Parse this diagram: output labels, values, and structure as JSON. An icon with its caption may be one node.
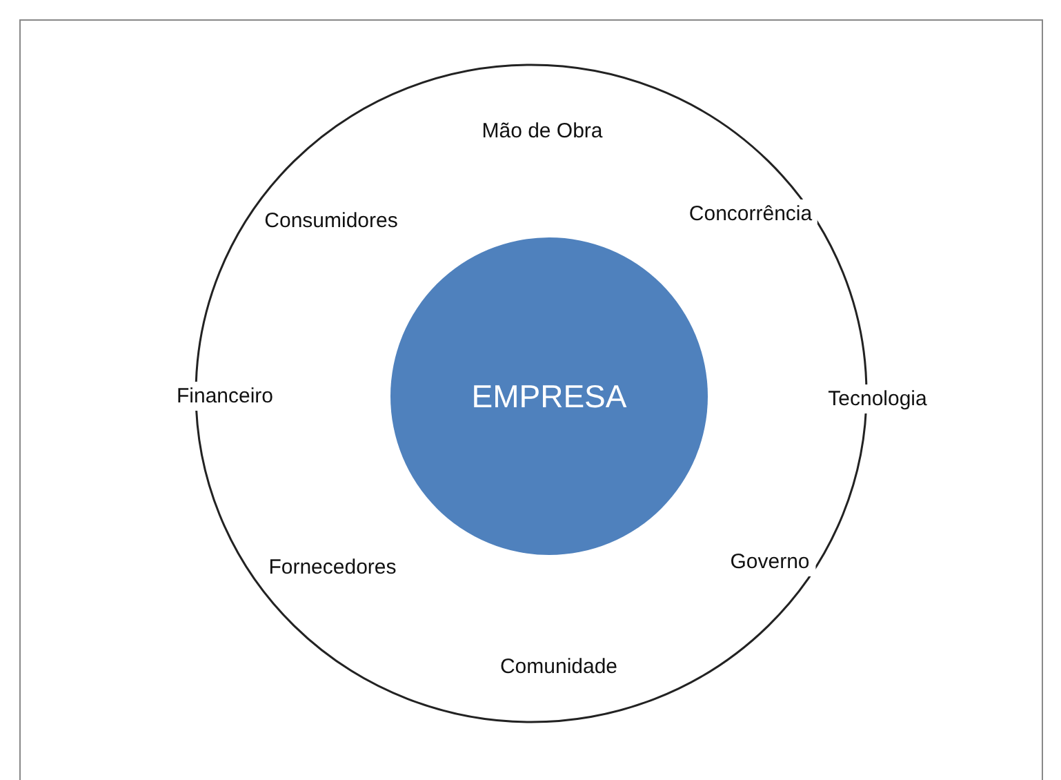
{
  "diagram": {
    "nodes": [
      {
        "text": [],
        "shape": "circle"
      },
      {
        "text": [
          "EMPRESA"
        ],
        "in": 0
      }
    ],
    "labels": [
      "Mão de Obra",
      "Consumidores",
      "Concorrência",
      "Financeiro",
      "Tecnologia",
      "Fornecedores",
      "Governo",
      "Comunidade"
    ]
  }
}
